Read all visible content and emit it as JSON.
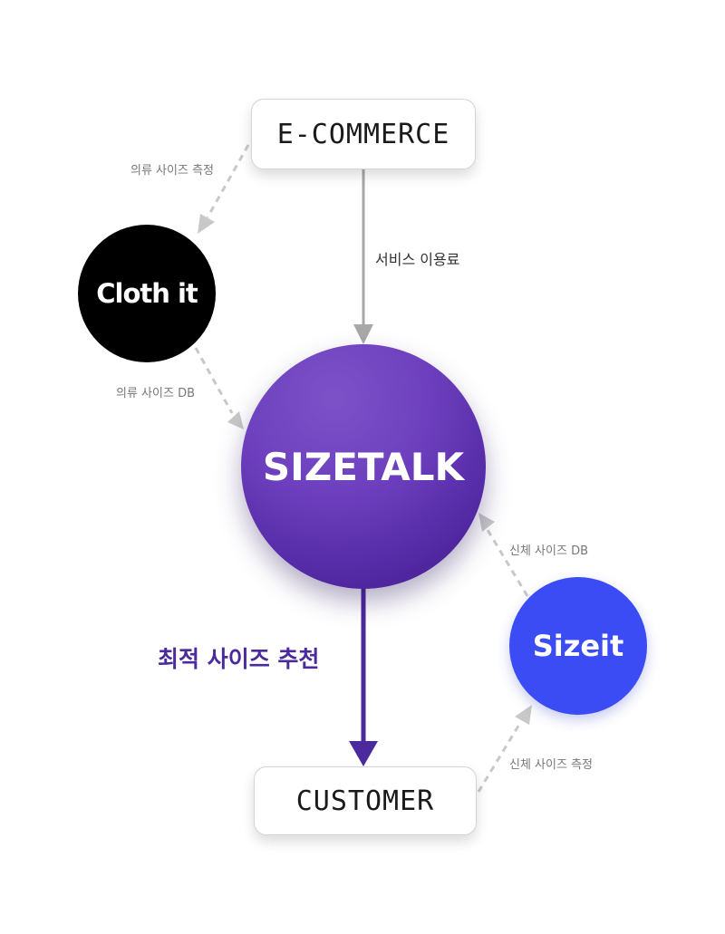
{
  "nodes": {
    "ecommerce": "E-COMMERCE",
    "customer": "CUSTOMER",
    "clothit": "Cloth it",
    "sizetalk": "SIZETALK",
    "sizeit": "Sizeit"
  },
  "edges": {
    "service_fee": "서비스 이용료",
    "recommendation": "최적 사이즈 추천",
    "cloth_measure": "의류 사이즈 측정",
    "cloth_db": "의류 사이즈 DB",
    "body_db": "신체 사이즈 DB",
    "body_measure": "신체 사이즈 측정"
  },
  "colors": {
    "sizetalk": "#6a3fbd",
    "sizeit": "#3b4cf5",
    "clothit": "#000000",
    "recommend_arrow": "#4a2a9c",
    "fee_arrow": "#a8a8a8",
    "dashed_arrow": "#c8c8c8"
  }
}
